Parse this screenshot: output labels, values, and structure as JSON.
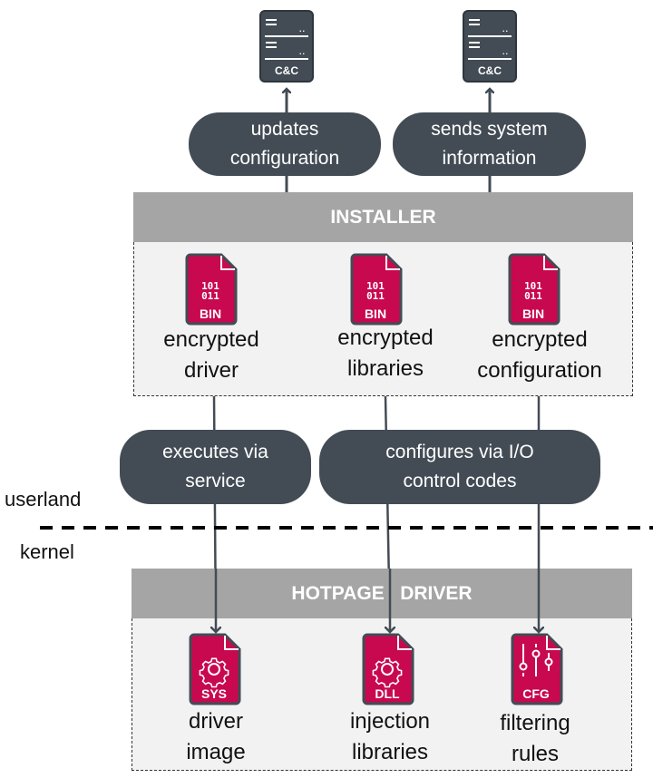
{
  "servers": [
    {
      "label": "C&C"
    },
    {
      "label": "C&C"
    }
  ],
  "top_pills": [
    {
      "line1": "updates",
      "line2": "configuration"
    },
    {
      "line1": "sends system",
      "line2": "information"
    }
  ],
  "installer": {
    "title": "INSTALLER",
    "files": [
      {
        "badge": "BIN",
        "bits1": "101",
        "bits2": "011",
        "caption1": "encrypted",
        "caption2": "driver"
      },
      {
        "badge": "BIN",
        "bits1": "101",
        "bits2": "011",
        "caption1": "encrypted",
        "caption2": "libraries"
      },
      {
        "badge": "BIN",
        "bits1": "101",
        "bits2": "011",
        "caption1": "encrypted",
        "caption2": "configuration"
      }
    ]
  },
  "mid_pills": [
    {
      "line1": "executes via",
      "line2": "service"
    },
    {
      "line1": "configures via I/O",
      "line2": "control codes"
    }
  ],
  "boundary": {
    "upper": "userland",
    "lower": "kernel"
  },
  "driver": {
    "title": "HOTPAGE   DRIVER",
    "files": [
      {
        "badge": "SYS",
        "icon": "gear-icon",
        "caption1": "driver",
        "caption2": "image"
      },
      {
        "badge": "DLL",
        "icon": "gear-icon",
        "caption1": "injection",
        "caption2": "libraries"
      },
      {
        "badge": "CFG",
        "icon": "sliders-icon",
        "caption1": "filtering",
        "caption2": "rules"
      }
    ]
  },
  "colors": {
    "dark": "#434c55",
    "file": "#c8084f",
    "header": "#a5a5a5",
    "panel": "#f2f2f2"
  }
}
